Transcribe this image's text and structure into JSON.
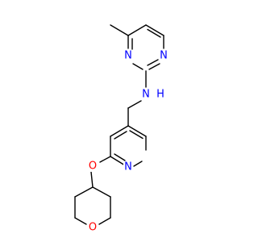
{
  "molecule": {
    "atoms": {
      "n_pyrimidine_1": {
        "symbol": "N",
        "color": "#0000ff"
      },
      "n_pyrimidine_2": {
        "symbol": "N",
        "color": "#0000ff"
      },
      "nh_amine": {
        "symbol": "N",
        "h_label": "H",
        "color": "#0000ff"
      },
      "n_pyridine": {
        "symbol": "N",
        "color": "#0000ff"
      },
      "o_ether": {
        "symbol": "O",
        "color": "#ff0000"
      },
      "o_oxane": {
        "symbol": "O",
        "color": "#ff0000"
      }
    }
  }
}
